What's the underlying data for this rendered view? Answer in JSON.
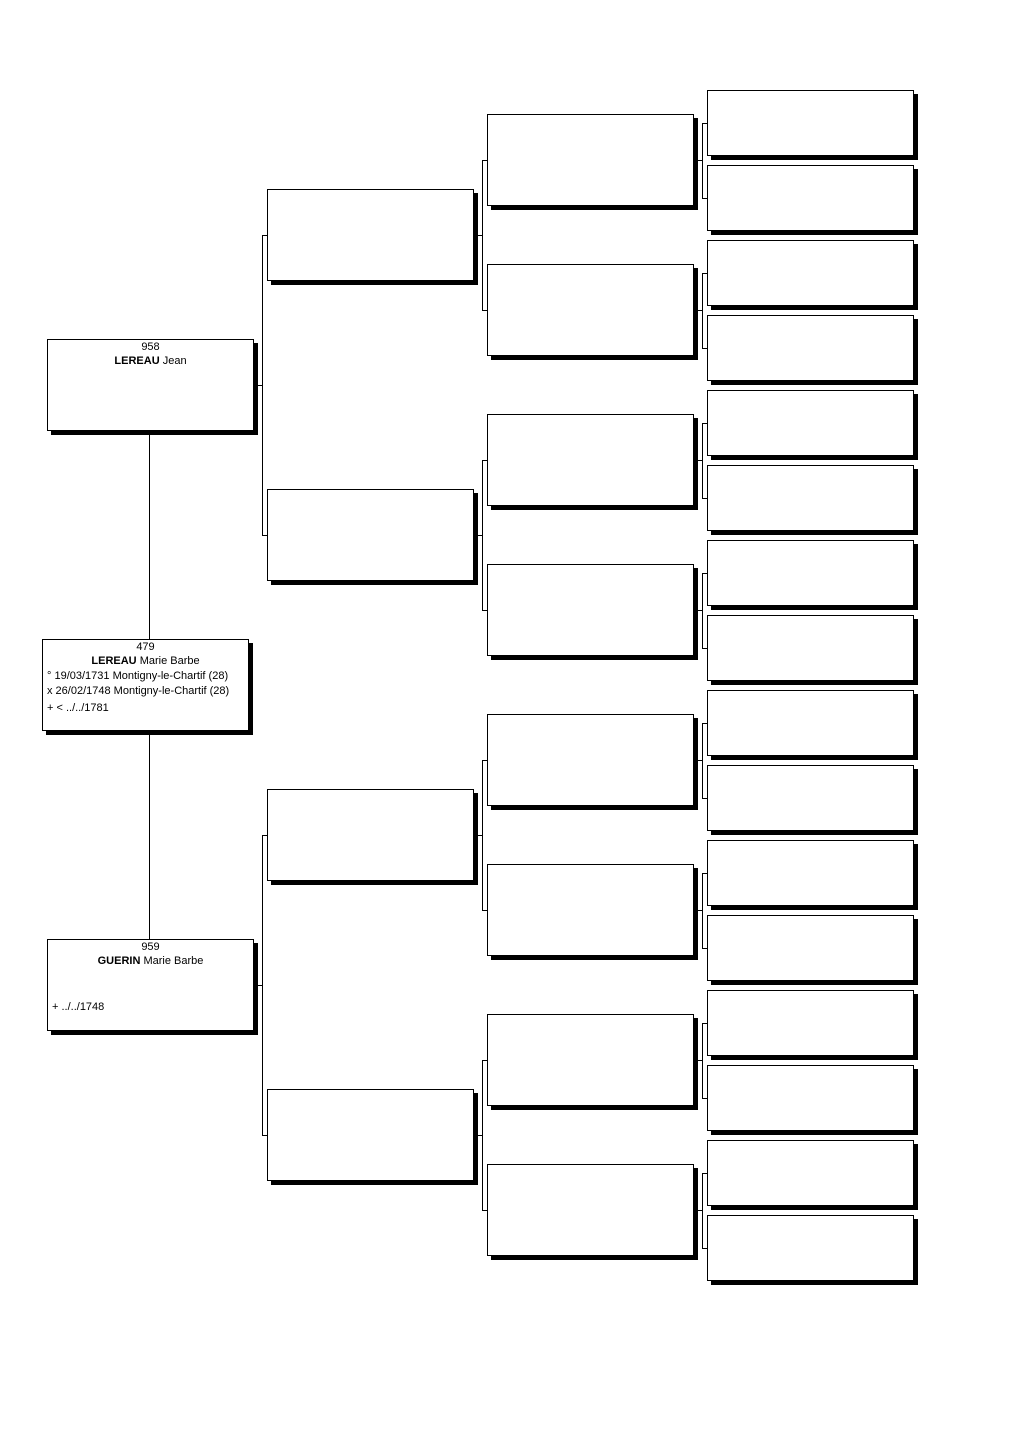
{
  "persons": {
    "root": {
      "sosa": "479",
      "surname": "LEREAU",
      "given": "Marie Barbe",
      "birth": "° 19/03/1731 Montigny-le-Chartif (28)",
      "marriage": "x 26/02/1748 Montigny-le-Chartif (28)",
      "death": "+ < ../../1781"
    },
    "father": {
      "sosa": "958",
      "surname": "LEREAU",
      "given": "Jean"
    },
    "mother": {
      "sosa": "959",
      "surname": "GUERIN",
      "given": "Marie Barbe",
      "death": "+ ../../1748"
    }
  },
  "empty_boxes": {
    "grandparents": 4,
    "great_grandparents": 8,
    "great_great_grandparents": 16
  },
  "colors": {
    "line": "#000000",
    "box_fill": "#ffffff",
    "shadow": "#000000"
  }
}
